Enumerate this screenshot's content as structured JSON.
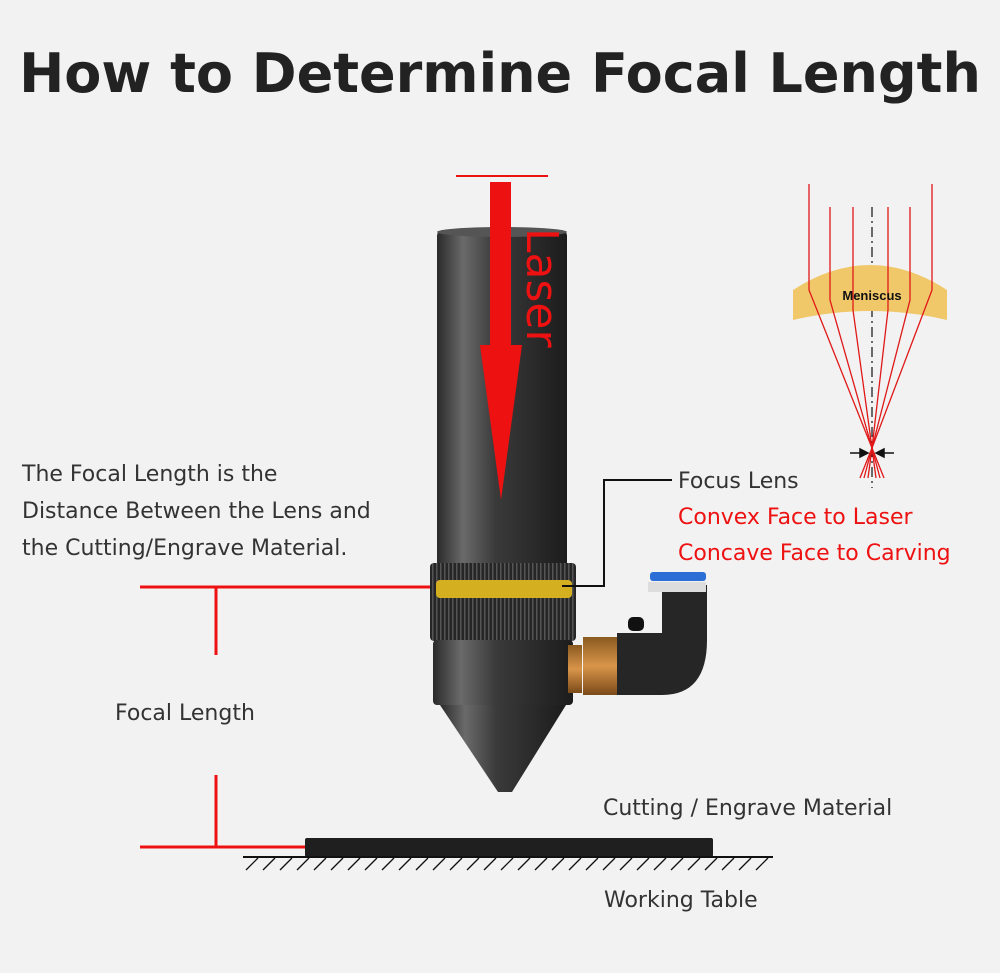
{
  "title": "How to Determine Focal Length",
  "description_lines": [
    "The Focal Length is the",
    "Distance Between the Lens and",
    "the Cutting/Engrave Material."
  ],
  "laser_label": "Laser",
  "focus_lens": {
    "label": "Focus Lens",
    "notes": [
      "Convex Face to Laser",
      "Concave Face to Carving"
    ]
  },
  "meniscus_label": "Meniscus",
  "focal_length_label": "Focal Length",
  "material_label": "Cutting / Engrave Material",
  "table_label": "Working Table",
  "colors": {
    "accent": "#ee1111",
    "lens": "#f0c86a",
    "band": "#d4b020",
    "background": "#f2f2f2"
  }
}
